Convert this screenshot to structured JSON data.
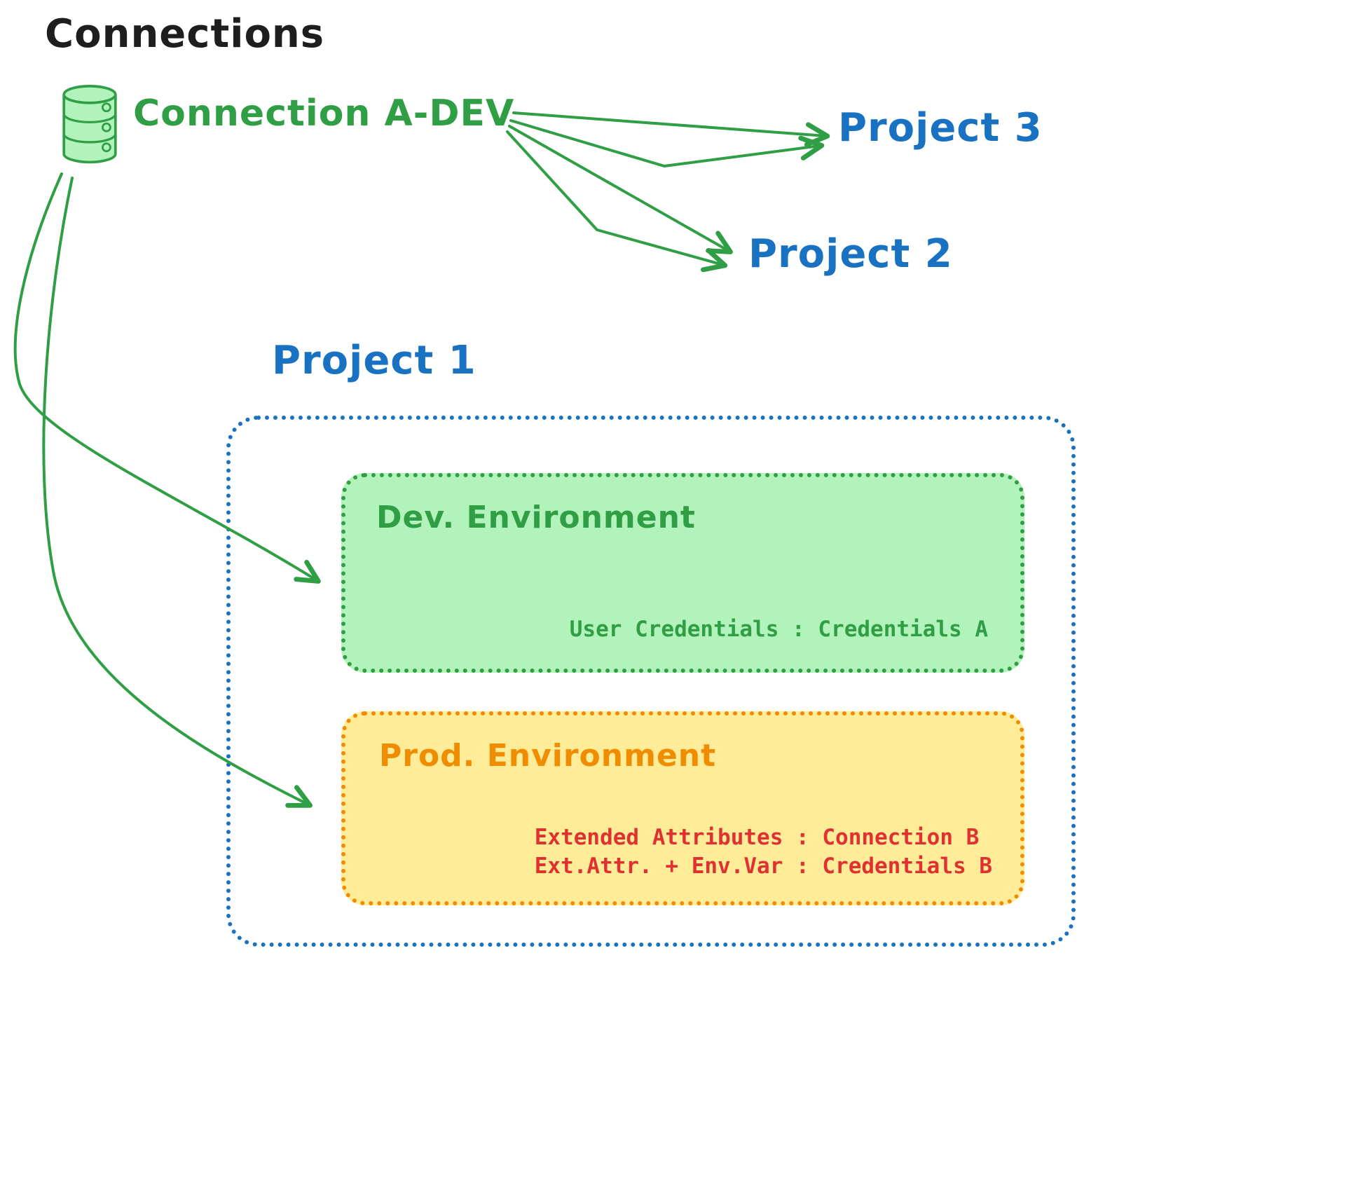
{
  "title": "Connections",
  "connection_a_dev": {
    "label": "Connection A-DEV"
  },
  "projects": {
    "p1": "Project 1",
    "p2": "Project 2",
    "p3": "Project 3"
  },
  "dev_environment": {
    "title": "Dev. Environment",
    "user_credentials": "User Credentials : Credentials A"
  },
  "prod_environment": {
    "title": "Prod. Environment",
    "extended_attributes": "Extended Attributes : Connection B",
    "ext_attr_env_var": "Ext.Attr. + Env.Var : Credentials B"
  },
  "icons": {
    "database": "database-icon"
  },
  "colors": {
    "green": "#2f9e44",
    "green_fill": "#b2f2bb",
    "blue": "#1971c2",
    "orange": "#f08c00",
    "yellow_fill": "#ffec99",
    "red": "#e03131",
    "text": "#1e1e1e"
  }
}
